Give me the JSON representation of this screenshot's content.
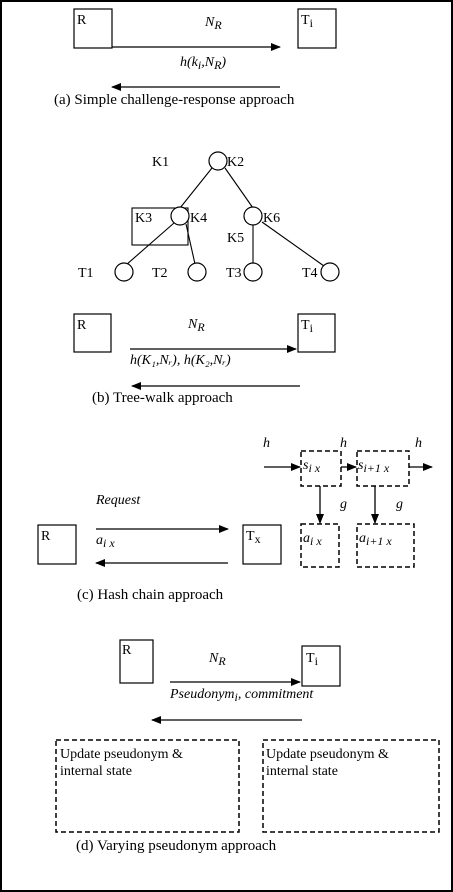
{
  "a": {
    "reader": "R",
    "tag": "T",
    "tag_sub": "i",
    "msg1": "N",
    "msg1_sub": "R",
    "msg2_a": "h(k",
    "msg2_sub1": "i",
    "msg2_b": ",N",
    "msg2_sub2": "R",
    "msg2_c": ")",
    "caption": "(a) Simple challenge-response approach"
  },
  "b": {
    "keys": [
      "K1",
      "K2",
      "K3",
      "K4",
      "K5",
      "K6"
    ],
    "tags": [
      "T1",
      "T2",
      "T3",
      "T4"
    ],
    "reader": "R",
    "tag": "T",
    "tag_sub": "i",
    "msg1": "N",
    "msg1_sub": "R",
    "msg2": "h(K₁,Nᵣ), h(K₂,Nᵣ)",
    "caption": "(b) Tree-walk approach"
  },
  "c": {
    "reader": "R",
    "tag": "T",
    "tag_sub": "x",
    "request": "Request",
    "response": "a",
    "response_sub": "i x",
    "h1": "h",
    "h2": "h",
    "h3": "h",
    "g1": "g",
    "g2": "g",
    "s1": "s",
    "s1_sub": "i x",
    "s2": "s",
    "s2_sub": "i+1 x",
    "a1": "a",
    "a1_sub": "i x",
    "a2": "a",
    "a2_sub": "i+1 x",
    "caption": "(c) Hash chain approach"
  },
  "d": {
    "reader": "R",
    "tag": "T",
    "tag_sub": "i",
    "msg1": "N",
    "msg1_sub": "R",
    "msg2": "Pseudonym",
    "msg2_sub": "i",
    "msg2_tail": ", commitment",
    "update_left_1": "Update    pseudonym    &",
    "update_left_2": "internal state",
    "update_right_1": "Update  pseudonym  &",
    "update_right_2": "internal state",
    "caption": "(d) Varying pseudonym approach"
  }
}
